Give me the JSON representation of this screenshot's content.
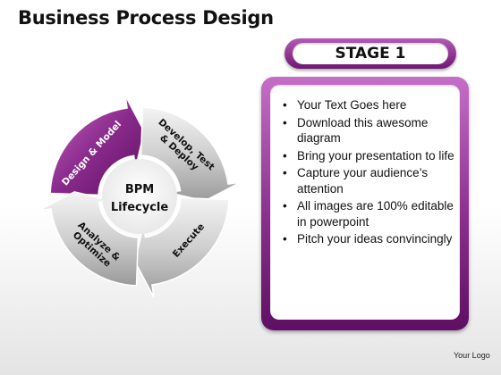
{
  "title": "Business Process Design",
  "cycle": {
    "center_line1": "BPM",
    "center_line2": "Lifecycle",
    "segments": [
      {
        "lines": [
          "Design & Model"
        ],
        "color": "#8a2a8c"
      },
      {
        "lines": [
          "Develop, Test",
          "& Deploy"
        ],
        "color": "#c8c8c8"
      },
      {
        "lines": [
          "Execute"
        ],
        "color": "#c8c8c8"
      },
      {
        "lines": [
          "Analyze &",
          "Optimize"
        ],
        "color": "#c8c8c8"
      }
    ]
  },
  "stage": {
    "label": "STAGE 1"
  },
  "panel": {
    "bullets": [
      "Your Text Goes here",
      "Download this awesome diagram",
      "Bring your presentation to life",
      "Capture your audience’s attention",
      "All images are 100% editable in powerpoint",
      "Pitch your ideas convincingly"
    ],
    "bullet_glyph": "•"
  },
  "logo": "Your Logo",
  "colors": {
    "accent": "#8a2a8c",
    "accent_dark": "#5f0f63",
    "gray": "#c8c8c8"
  }
}
